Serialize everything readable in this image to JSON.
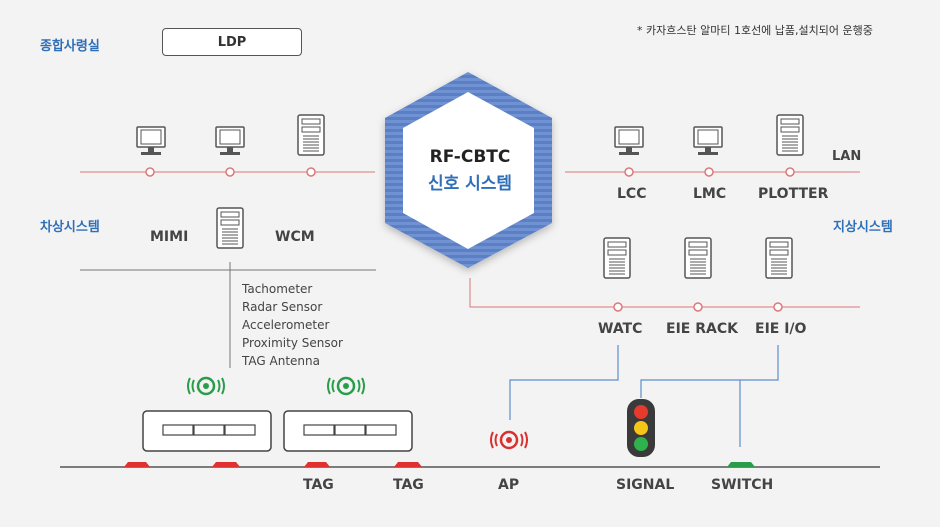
{
  "note": "* 카자흐스탄 알마티 1호선에 납품,설치되어 운행중",
  "hq_label": "종합사령실",
  "ldp_label": "LDP",
  "center": {
    "line1": "RF-CBTC",
    "line2": "신호 시스템"
  },
  "lan_label": "LAN",
  "onboard_label": "차상시스템",
  "wayside_label": "지상시스템",
  "mimi_label": "MIMI",
  "wcm_label": "WCM",
  "lcc_label": "LCC",
  "lmc_label": "LMC",
  "plotter_label": "PLOTTER",
  "watc_label": "WATC",
  "eie_rack_label": "EIE RACK",
  "eie_io_label": "EIE I/O",
  "sensors": [
    "Tachometer",
    "Radar Sensor",
    "Accelerometer",
    "Proximity Sensor",
    "TAG Antenna"
  ],
  "tag1_label": "TAG",
  "tag2_label": "TAG",
  "ap_label": "AP",
  "signal_label": "SIGNAL",
  "switch_label": "SWITCH",
  "colors": {
    "blue": "#2f6fb8",
    "red_line": "#d97a7a",
    "tag_red": "#e03030",
    "green": "#2a9d4a",
    "ap_red": "#d93030",
    "line_blue": "#5b8fc9"
  }
}
